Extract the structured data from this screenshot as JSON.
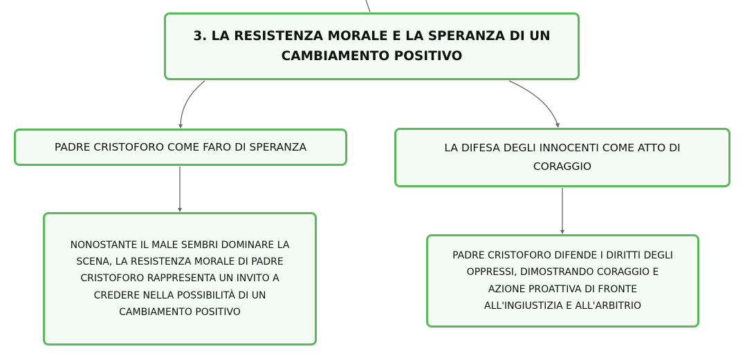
{
  "mindmap": {
    "root": {
      "line1": "3. LA RESISTENZA MORALE E LA SPERANZA DI UN",
      "line2": "CAMBIAMENTO POSITIVO"
    },
    "left_topic": {
      "line1": "PADRE CRISTOFORO COME FARO DI SPERANZA"
    },
    "right_topic": {
      "line1": "LA DIFESA DEGLI INNOCENTI COME ATTO DI",
      "line2": "CORAGGIO"
    },
    "left_detail": {
      "line1": "NONOSTANTE IL MALE SEMBRI DOMINARE LA",
      "line2": "SCENA, LA RESISTENZA MORALE DI PADRE",
      "line3": "CRISTOFORO RAPPRESENTA UN INVITO A",
      "line4": "CREDERE NELLA POSSIBILITÀ DI UN",
      "line5": "CAMBIAMENTO POSITIVO"
    },
    "right_detail": {
      "line1": "PADRE CRISTOFORO DIFENDE I DIRITTI DEGLI",
      "line2": "OPPRESSI, DIMOSTRANDO CORAGGIO E",
      "line3": "AZIONE PROATTIVA DI FRONTE",
      "line4": "ALL'INGIUSTIZIA E ALL'ARBITRIO"
    }
  },
  "colors": {
    "node_border": "#5cb85c",
    "node_fill": "#f4fbf4",
    "connector": "#666666",
    "text": "#111111"
  }
}
